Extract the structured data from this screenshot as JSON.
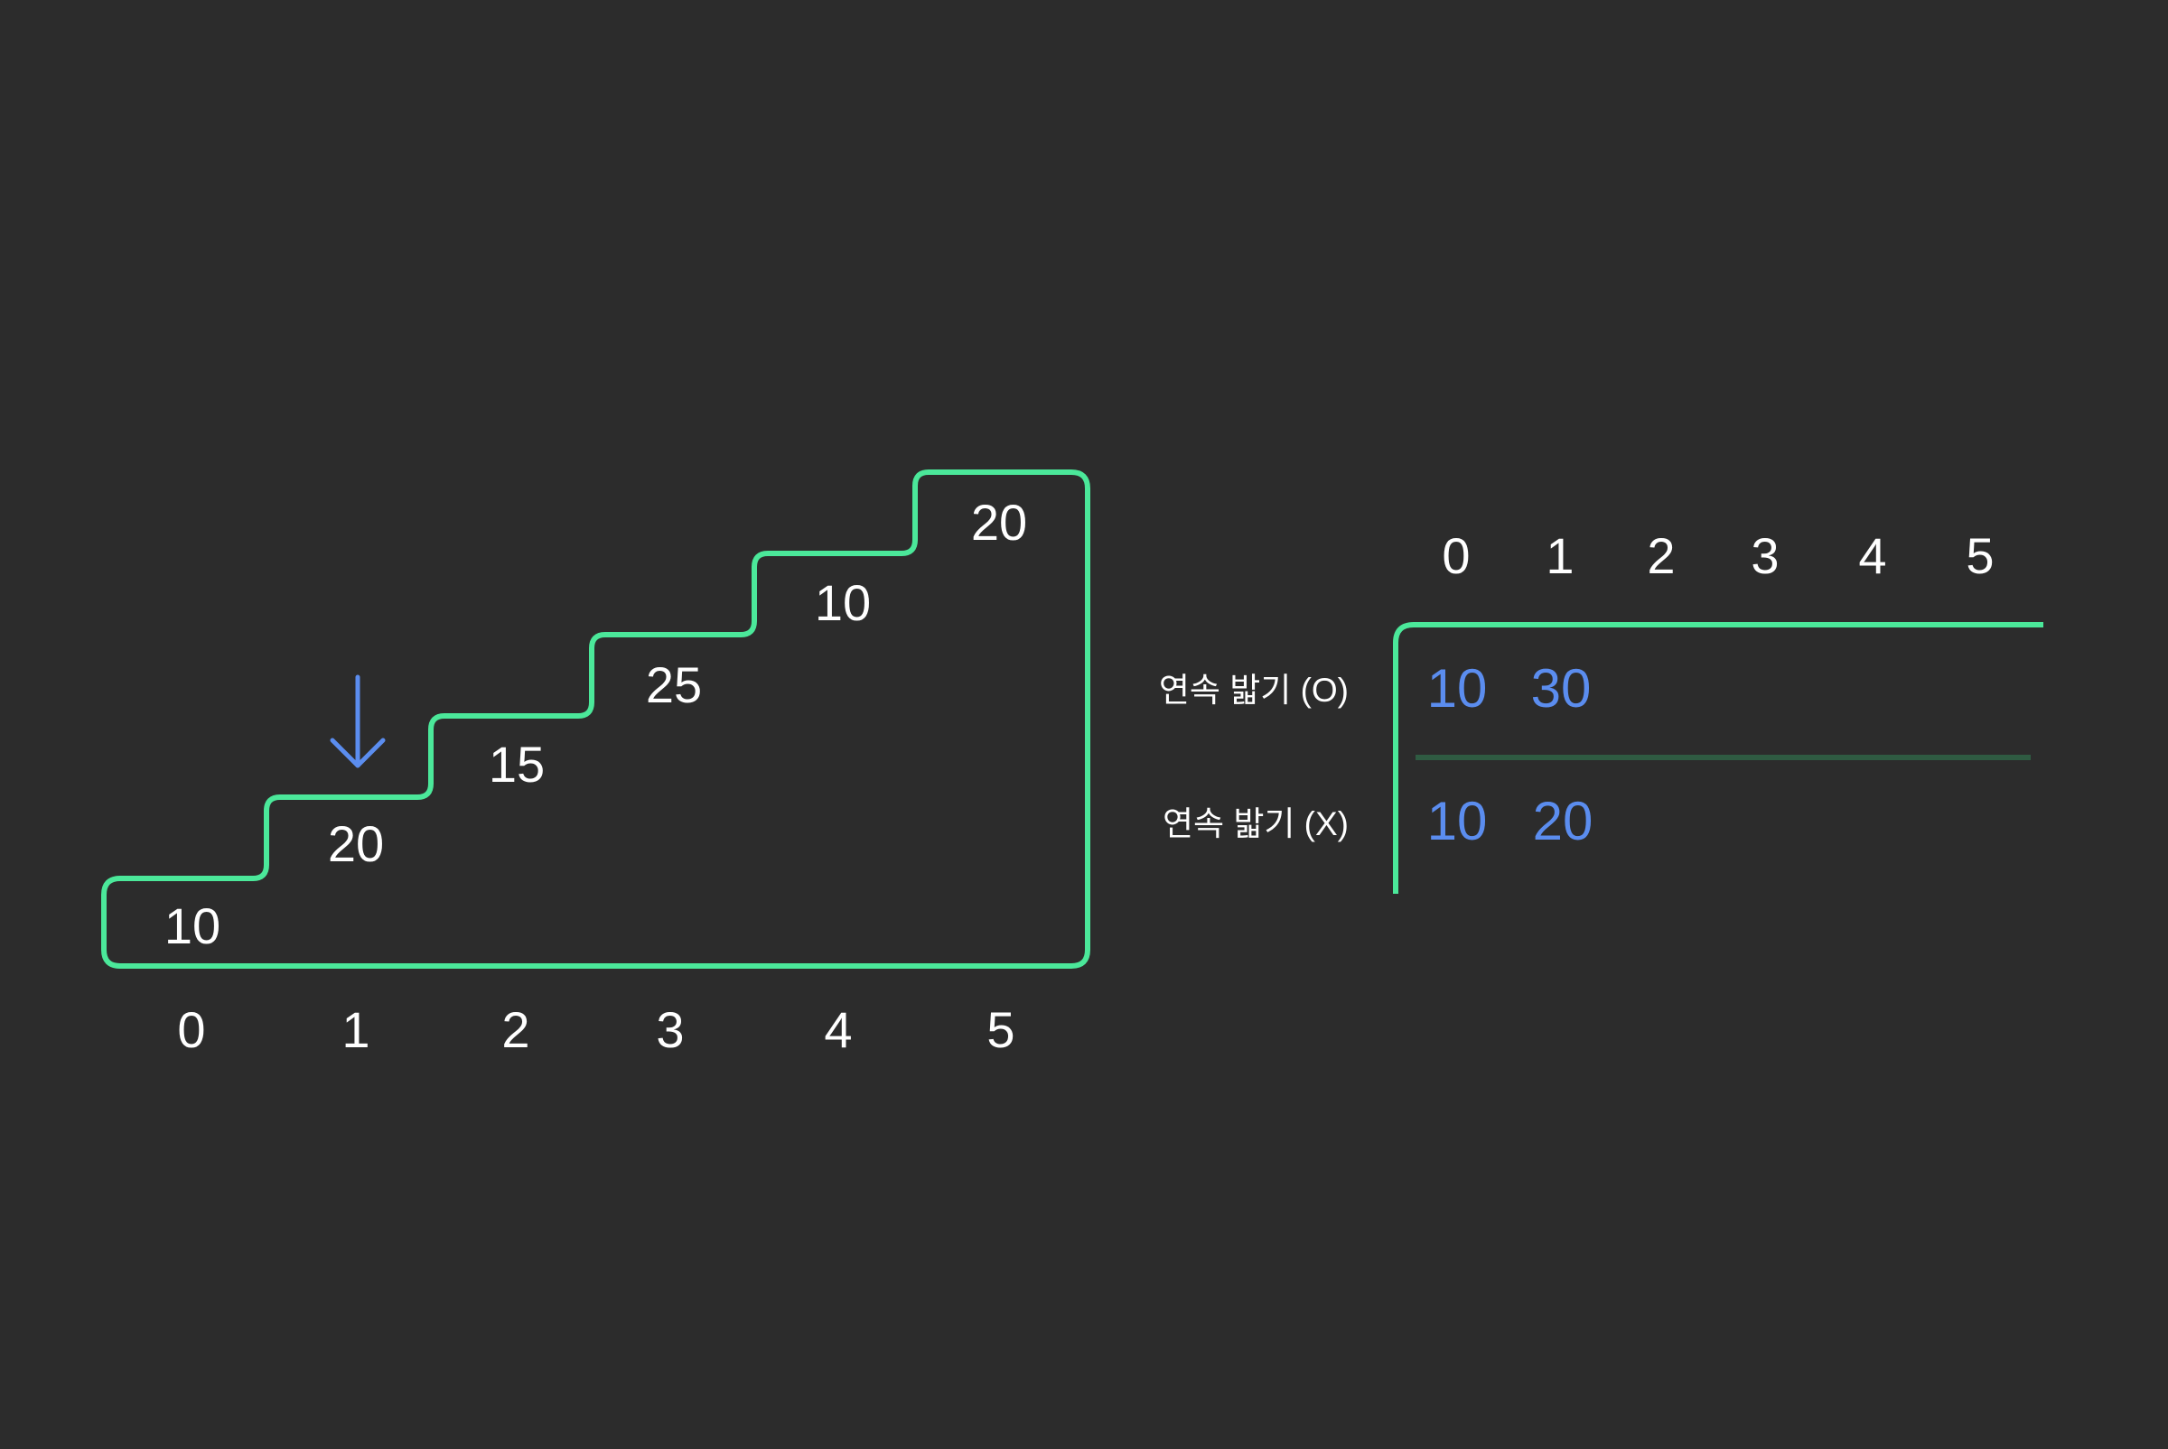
{
  "colors": {
    "background": "#2c2c2c",
    "outline": "#4be89a",
    "text": "#ffffff",
    "accent": "#5b8def",
    "divider": "#2f5b42"
  },
  "stairs": {
    "steps": [
      {
        "index": "0",
        "value": "10"
      },
      {
        "index": "1",
        "value": "20"
      },
      {
        "index": "2",
        "value": "15"
      },
      {
        "index": "3",
        "value": "25"
      },
      {
        "index": "4",
        "value": "10"
      },
      {
        "index": "5",
        "value": "20"
      }
    ],
    "current_step": 1,
    "arrow_icon": "arrow-down-icon"
  },
  "dp_table": {
    "columns": [
      "0",
      "1",
      "2",
      "3",
      "4",
      "5"
    ],
    "rows": [
      {
        "label": "연속 밟기 (O)",
        "values": [
          "10",
          "30"
        ]
      },
      {
        "label": "연속 밟기 (X)",
        "values": [
          "10",
          "20"
        ]
      }
    ]
  }
}
